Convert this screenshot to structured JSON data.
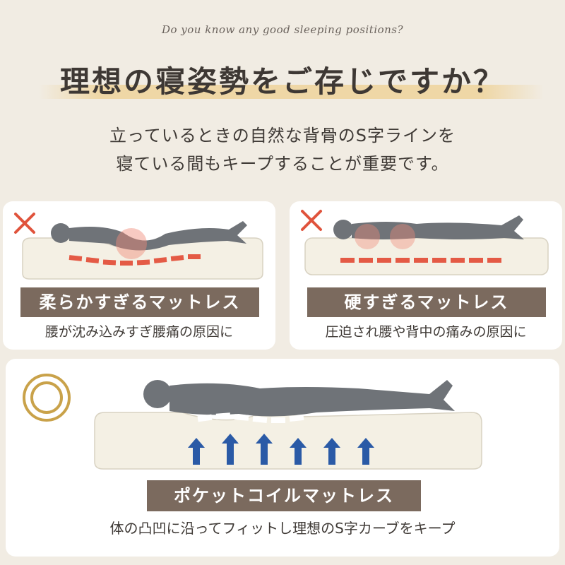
{
  "header": {
    "subtitle_en": "Do you know any good sleeping positions?",
    "title": "理想の寝姿勢をご存じですか？"
  },
  "lead": {
    "line1": "立っているときの自然な背骨のS字ラインを",
    "line2": "寝ている間もキープすることが重要です。"
  },
  "cards": [
    {
      "mark": "cross-icon",
      "label": "柔らかすぎるマットレス",
      "caption": "腰が沈み込みすぎ腰痛の原因に"
    },
    {
      "mark": "cross-icon",
      "label": "硬すぎるマットレス",
      "caption": "圧迫され腰や背中の痛みの原因に"
    },
    {
      "mark": "double-circle-icon",
      "label": "ポケットコイルマットレス",
      "caption": "体の凸凹に沿ってフィットし理想のS字カーブをキープ"
    }
  ],
  "colors": {
    "background": "#f1ece3",
    "label_bar": "#7b6a5e",
    "cross": "#e0533c",
    "good_circle": "#c9a24a",
    "arrow": "#2a5aa6",
    "spine_bad": "#e45a45",
    "body": "#6f7378",
    "mattress": "#f4f0e4"
  }
}
